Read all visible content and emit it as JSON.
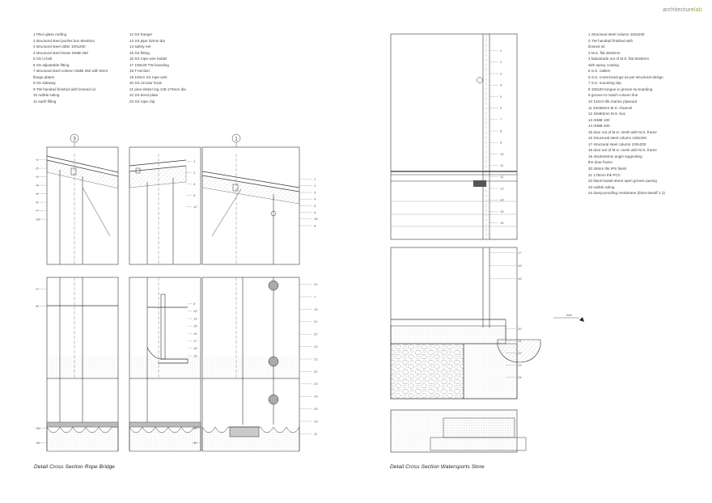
{
  "brand": {
    "main": "architecture",
    "lite": "lab"
  },
  "legend_left_a": [
    "1   Plexi glass roofing",
    "2   structural steel purlins box 80x40x4",
    "3   structural steel rafter 100x200",
    "4   structural steel beam ISMB 250",
    "5   SS U-bolt",
    "6   SS adjustable fitting",
    "7   structural steel column ISMB 250 with 8mm",
    "flange plates",
    "8   SS sideway",
    "9   TW handrail finished with linseed oil",
    "10 rubble soling",
    "11 earth filling"
  ],
  "legend_left_b": [
    "12 SS hanger",
    "13 SS pipe 32mm dia",
    "14 safety net",
    "15 SS fitting",
    "16 SS rope wire holder",
    "17 100x20 TW boarding",
    "18 T-section",
    "19 10mm SS rope wire",
    "20 SS circular hook",
    "21 pine timber log 125-175mm dia",
    "22 SS bend plate",
    "23 SS rope clip"
  ],
  "legend_right": [
    "1   Structural steel column 100x200",
    "2   TW handrail finished with",
    "     linseed oil",
    "3   M.S. flat 30x6mm",
    "4   balustrade out of M.S. flat 50x6mm",
    "     with epoxy coating",
    "5   S.S. cables",
    "6   S.S. cross-bracings as per structural design",
    "7   S.S. mounting clip",
    "8   100x20 tongue in groove tw boarding",
    "9   groove to match column line",
    "10 12mm thk marine plywood",
    "11 40x80mm M.S. channel",
    "12 40x80mm M.S. box",
    "13 ISMB 100",
    "14 ISMB 200",
    "15 door out of M.S. mesh with M.S. frame",
    "16 Structural steel column 100x200",
    "17 structural steel column 100x200",
    "18 door out of M.S. mesh with M.S. frame",
    "19 40x40x6mm angle supporting",
    "     the door frame",
    "20 25mm thk IPS finish",
    "21 175mm thk PCC",
    "22 black basalt stone open groove paving",
    "23 rubble soling",
    "24 damp-proofing membrane (bitoo-tiesoff 1:1)"
  ],
  "captions": {
    "left": "Detail Cross Section Rope Bridge",
    "right": "Detail Cross Section Watersports Store"
  },
  "grid_markers": [
    "3",
    "1"
  ],
  "level_tag": "000",
  "callouts": {
    "panel_a_top": [
      "1",
      "2",
      "3",
      "4",
      "5",
      "6",
      "7",
      "12"
    ],
    "panel_b_top": [
      "1",
      "2",
      "4",
      "6",
      "12"
    ],
    "panel_c_top": [
      "1",
      "2",
      "3",
      "4",
      "5",
      "6",
      "18",
      "8"
    ],
    "rail_left": [
      "7",
      "8"
    ],
    "rail_mid": [
      "9",
      "13",
      "14",
      "15",
      "16",
      "17",
      "18",
      "19"
    ],
    "rail_right": [
      "21",
      "7",
      "19",
      "21",
      "22",
      "23",
      "21",
      "22",
      "23",
      "19",
      "20",
      "10",
      "11"
    ],
    "base_left": [
      "10",
      "11"
    ],
    "base_mid": [
      "10",
      "11"
    ],
    "store_top": [
      "1",
      "2",
      "3",
      "4",
      "5",
      "6",
      "7",
      "8",
      "9",
      "10",
      "11",
      "12",
      "13",
      "14",
      "15",
      "16"
    ],
    "store_mid": [
      "17",
      "18",
      "19"
    ],
    "store_base": [
      "20",
      "21",
      "22",
      "23",
      "24"
    ]
  }
}
